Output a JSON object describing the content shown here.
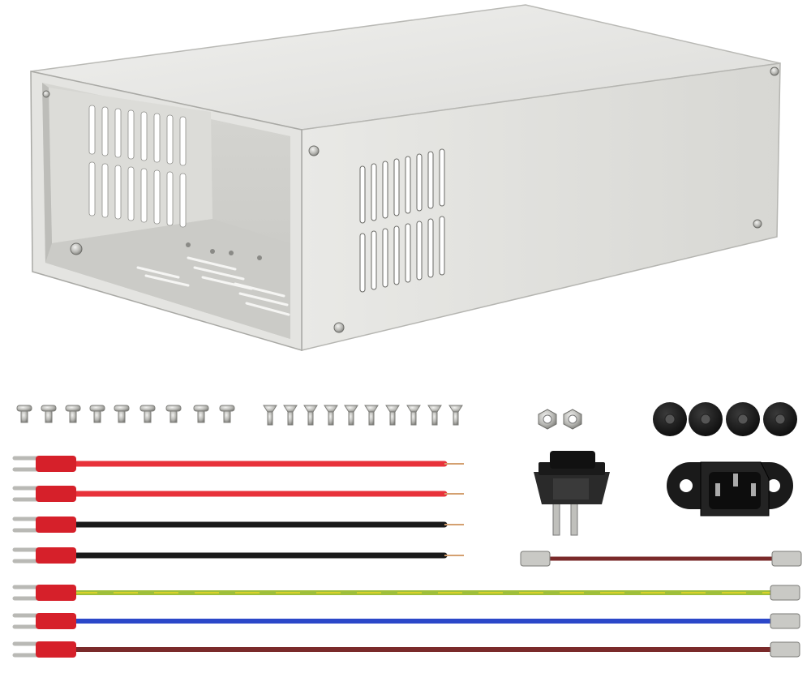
{
  "photo": {
    "subject": "",
    "colors": {
      "case_light": "#e6e6e3",
      "case_mid": "#cfcfcc",
      "case_dark": "#9e9e9a",
      "interior": "#d8d8d4",
      "vent": "#5a5a5a",
      "screw": "#b8b8b4",
      "red_wire": "#e8323a",
      "black_wire": "#1a1a1a",
      "yellow_green_wire": "#9fbf3a",
      "blue_wire": "#2b47c9",
      "brown_wire": "#7a2a2a",
      "terminal_red": "#d6202a",
      "rubber_foot": "#151515"
    },
    "parts": [
      "enclosure",
      "screws-round-head",
      "screws-countersunk",
      "hex-nuts",
      "rubber-feet",
      "red-wire-1",
      "red-wire-2",
      "black-wire-1",
      "black-wire-2",
      "yellow-green-wire",
      "blue-wire",
      "brown-wire",
      "rocker-switch",
      "iec-power-socket",
      "short-brown-jumper-wire"
    ]
  }
}
